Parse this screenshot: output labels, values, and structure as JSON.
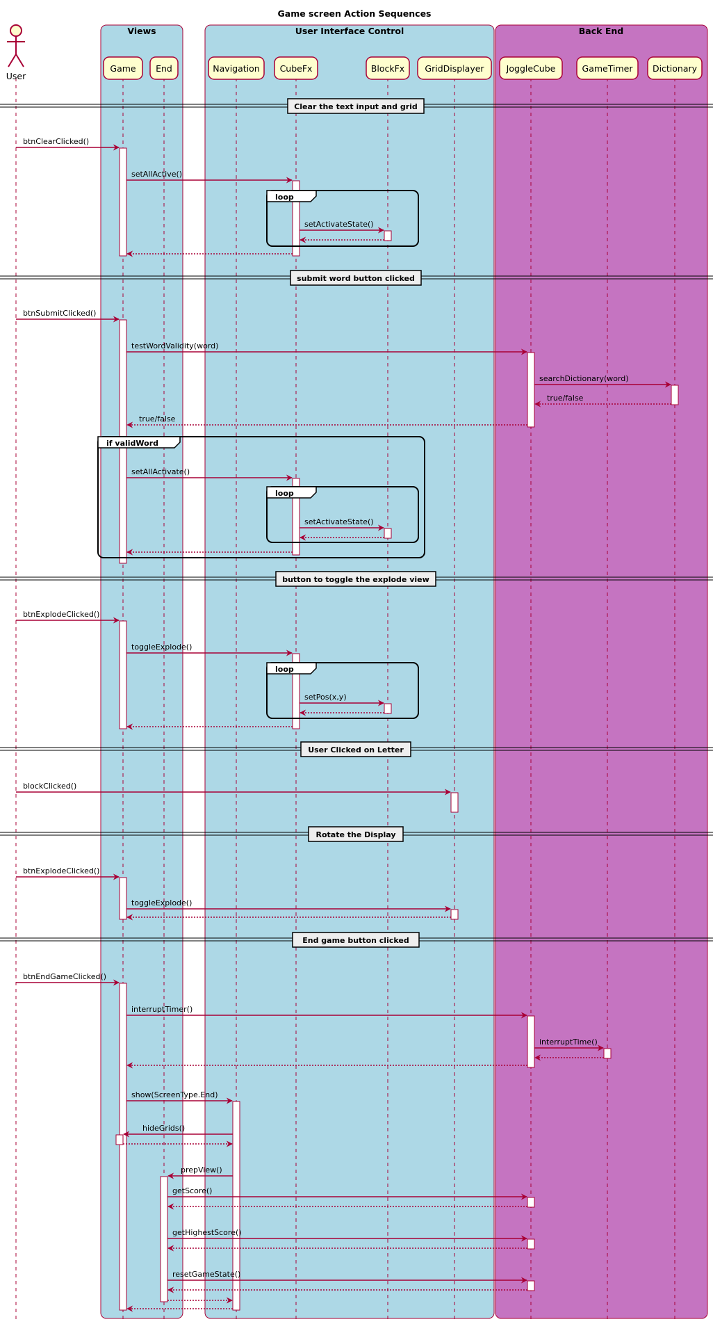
{
  "title": "Game screen Action Sequences",
  "colors": {
    "line": "#A80036",
    "box_blue": "#ADD8E6",
    "box_purple": "#C574C1",
    "participant_fill": "#FEFECE",
    "divider_fill": "#EEEEEE"
  },
  "actor": {
    "name": "User",
    "icon": "stick-figure-icon"
  },
  "boxes": [
    {
      "id": "views",
      "title": "Views",
      "color": "#ADD8E6"
    },
    {
      "id": "ui",
      "title": "User Interface Control",
      "color": "#ADD8E6"
    },
    {
      "id": "backend",
      "title": "Back End",
      "color": "#C574C1"
    }
  ],
  "participants": [
    {
      "id": "game",
      "label": "Game"
    },
    {
      "id": "end",
      "label": "End"
    },
    {
      "id": "nav",
      "label": "Navigation"
    },
    {
      "id": "cubefx",
      "label": "CubeFx"
    },
    {
      "id": "blockfx",
      "label": "BlockFx"
    },
    {
      "id": "grid",
      "label": "GridDisplayer"
    },
    {
      "id": "joggle",
      "label": "JoggleCube"
    },
    {
      "id": "timer",
      "label": "GameTimer"
    },
    {
      "id": "dict",
      "label": "Dictionary"
    }
  ],
  "sections": [
    "Clear the text input and grid",
    "submit word button clicked",
    "button to toggle the explode view",
    "User Clicked on Letter",
    "Rotate the Display",
    "End game button clicked"
  ],
  "fragments": [
    {
      "keyword": "loop",
      "guard": ""
    },
    {
      "keyword": "if",
      "guard": "validWord"
    },
    {
      "keyword": "loop",
      "guard": ""
    },
    {
      "keyword": "loop",
      "guard": ""
    }
  ],
  "messages": [
    {
      "from": "user",
      "to": "game",
      "label": "btnClearClicked()"
    },
    {
      "from": "game",
      "to": "cubefx",
      "label": "setAllActive()"
    },
    {
      "from": "cubefx",
      "to": "blockfx",
      "label": "setActivateState()"
    },
    {
      "from": "blockfx",
      "to": "cubefx",
      "label": "",
      "return": true
    },
    {
      "from": "cubefx",
      "to": "game",
      "label": "",
      "return": true
    },
    {
      "from": "user",
      "to": "game",
      "label": "btnSubmitClicked()"
    },
    {
      "from": "game",
      "to": "joggle",
      "label": "testWordValidity(word)"
    },
    {
      "from": "joggle",
      "to": "dict",
      "label": "searchDictionary(word)"
    },
    {
      "from": "dict",
      "to": "joggle",
      "label": "true/false",
      "return": true
    },
    {
      "from": "joggle",
      "to": "game",
      "label": "true/false",
      "return": true
    },
    {
      "from": "game",
      "to": "cubefx",
      "label": "setAllActivate()"
    },
    {
      "from": "cubefx",
      "to": "blockfx",
      "label": "setActivateState()"
    },
    {
      "from": "blockfx",
      "to": "cubefx",
      "label": "",
      "return": true
    },
    {
      "from": "cubefx",
      "to": "game",
      "label": "",
      "return": true
    },
    {
      "from": "user",
      "to": "game",
      "label": "btnExplodeClicked()"
    },
    {
      "from": "game",
      "to": "cubefx",
      "label": "toggleExplode()"
    },
    {
      "from": "cubefx",
      "to": "blockfx",
      "label": "setPos(x,y)"
    },
    {
      "from": "blockfx",
      "to": "cubefx",
      "label": "",
      "return": true
    },
    {
      "from": "cubefx",
      "to": "game",
      "label": "",
      "return": true
    },
    {
      "from": "user",
      "to": "grid",
      "label": "blockClicked()"
    },
    {
      "from": "user",
      "to": "game",
      "label": "btnExplodeClicked()"
    },
    {
      "from": "game",
      "to": "grid",
      "label": "toggleExplode()"
    },
    {
      "from": "grid",
      "to": "game",
      "label": "",
      "return": true
    },
    {
      "from": "user",
      "to": "game",
      "label": "btnEndGameClicked()"
    },
    {
      "from": "game",
      "to": "joggle",
      "label": "interruptTimer()"
    },
    {
      "from": "joggle",
      "to": "timer",
      "label": "interruptTime()"
    },
    {
      "from": "timer",
      "to": "joggle",
      "label": "",
      "return": true
    },
    {
      "from": "joggle",
      "to": "game",
      "label": "",
      "return": true
    },
    {
      "from": "game",
      "to": "nav",
      "label": "show(ScreenType.End)"
    },
    {
      "from": "nav",
      "to": "game",
      "label": "hideGrids()"
    },
    {
      "from": "game",
      "to": "nav",
      "label": "",
      "return": true
    },
    {
      "from": "nav",
      "to": "end",
      "label": "prepView()"
    },
    {
      "from": "end",
      "to": "joggle",
      "label": "getScore()"
    },
    {
      "from": "joggle",
      "to": "end",
      "label": "",
      "return": true
    },
    {
      "from": "end",
      "to": "joggle",
      "label": "getHighestScore()"
    },
    {
      "from": "joggle",
      "to": "end",
      "label": "",
      "return": true
    },
    {
      "from": "end",
      "to": "joggle",
      "label": "resetGameState()"
    },
    {
      "from": "joggle",
      "to": "end",
      "label": "",
      "return": true
    },
    {
      "from": "end",
      "to": "nav",
      "label": "",
      "return": true
    },
    {
      "from": "nav",
      "to": "game",
      "label": "",
      "return": true
    }
  ]
}
